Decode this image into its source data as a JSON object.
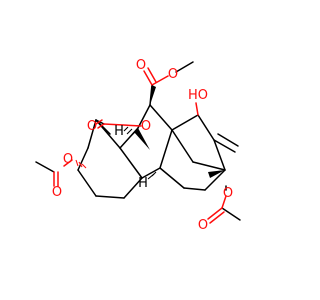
{
  "molecule": {
    "colors": {
      "carbon": "#000000",
      "oxygen": "#ff0d0d",
      "background": "#ffffff"
    },
    "atom_labels": {
      "ester_carbonyl_o": "O",
      "ester_ether_o": "O",
      "hydroxyl": "HO",
      "lactone_carbonyl_o": "O",
      "lactone_bridge_o": "O",
      "acetate_left_ether_o": "O",
      "acetate_left_carbonyl_o": "O",
      "acetate_right_ether_o": "O",
      "acetate_right_carbonyl_o": "O",
      "h_upper": "H",
      "h_lower": "H"
    }
  }
}
